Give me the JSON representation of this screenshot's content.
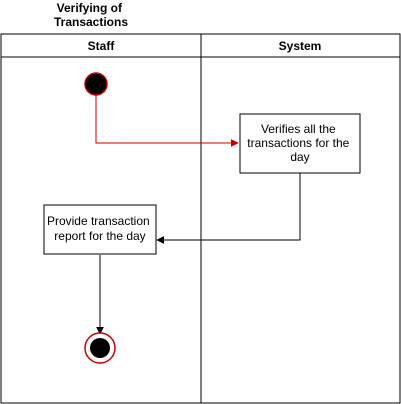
{
  "title_lines": [
    "Verifying of",
    "Transactions"
  ],
  "lanes": [
    {
      "label": "Staff"
    },
    {
      "label": "System"
    }
  ],
  "nodes": {
    "start": {
      "kind": "initial"
    },
    "verify": {
      "kind": "action",
      "lines": [
        "Verifies all the",
        "transactions for the",
        "day"
      ]
    },
    "report": {
      "kind": "action",
      "lines": [
        "Provide transaction",
        "report for the day"
      ]
    },
    "end": {
      "kind": "final"
    }
  },
  "edges": [
    {
      "from": "start",
      "to": "verify",
      "color": "#cc0000"
    },
    {
      "from": "verify",
      "to": "report",
      "color": "#000000"
    },
    {
      "from": "report",
      "to": "end",
      "color": "#000000"
    }
  ],
  "colors": {
    "start_fill": "#000000",
    "start_stroke": "#cc0000",
    "end_fill": "#000000",
    "end_ring": "#cc0000",
    "line": "#000000"
  }
}
